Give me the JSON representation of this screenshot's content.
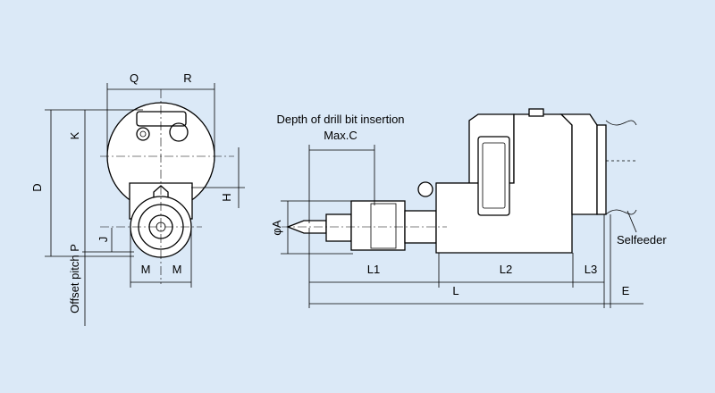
{
  "labels": {
    "Q": "Q",
    "R": "R",
    "K": "K",
    "D": "D",
    "H": "H",
    "J": "J",
    "P": "P",
    "M1": "M",
    "M2": "M",
    "offset_pitch": "Offset pitch P",
    "depth_title": "Depth of drill bit insertion",
    "depth_max": "Max.C",
    "phiA": "φA",
    "L1": "L1",
    "L2": "L2",
    "L3": "L3",
    "L": "L",
    "E": "E",
    "selfeeder": "Selfeeder"
  },
  "colors": {
    "background": "#dbe9f7",
    "line": "#000000",
    "body_fill": "#ffffff"
  }
}
